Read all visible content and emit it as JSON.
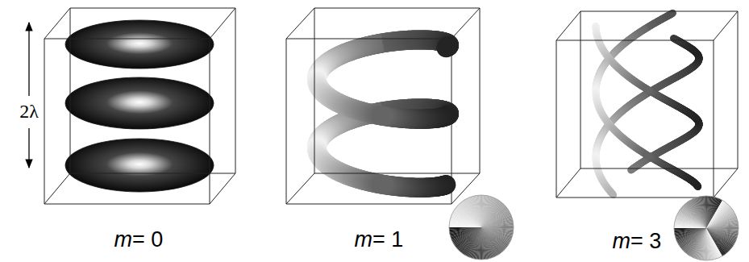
{
  "diagram": {
    "labels": [
      "2λ",
      "m= 0",
      "m= 1",
      "m= 3"
    ]
  }
}
